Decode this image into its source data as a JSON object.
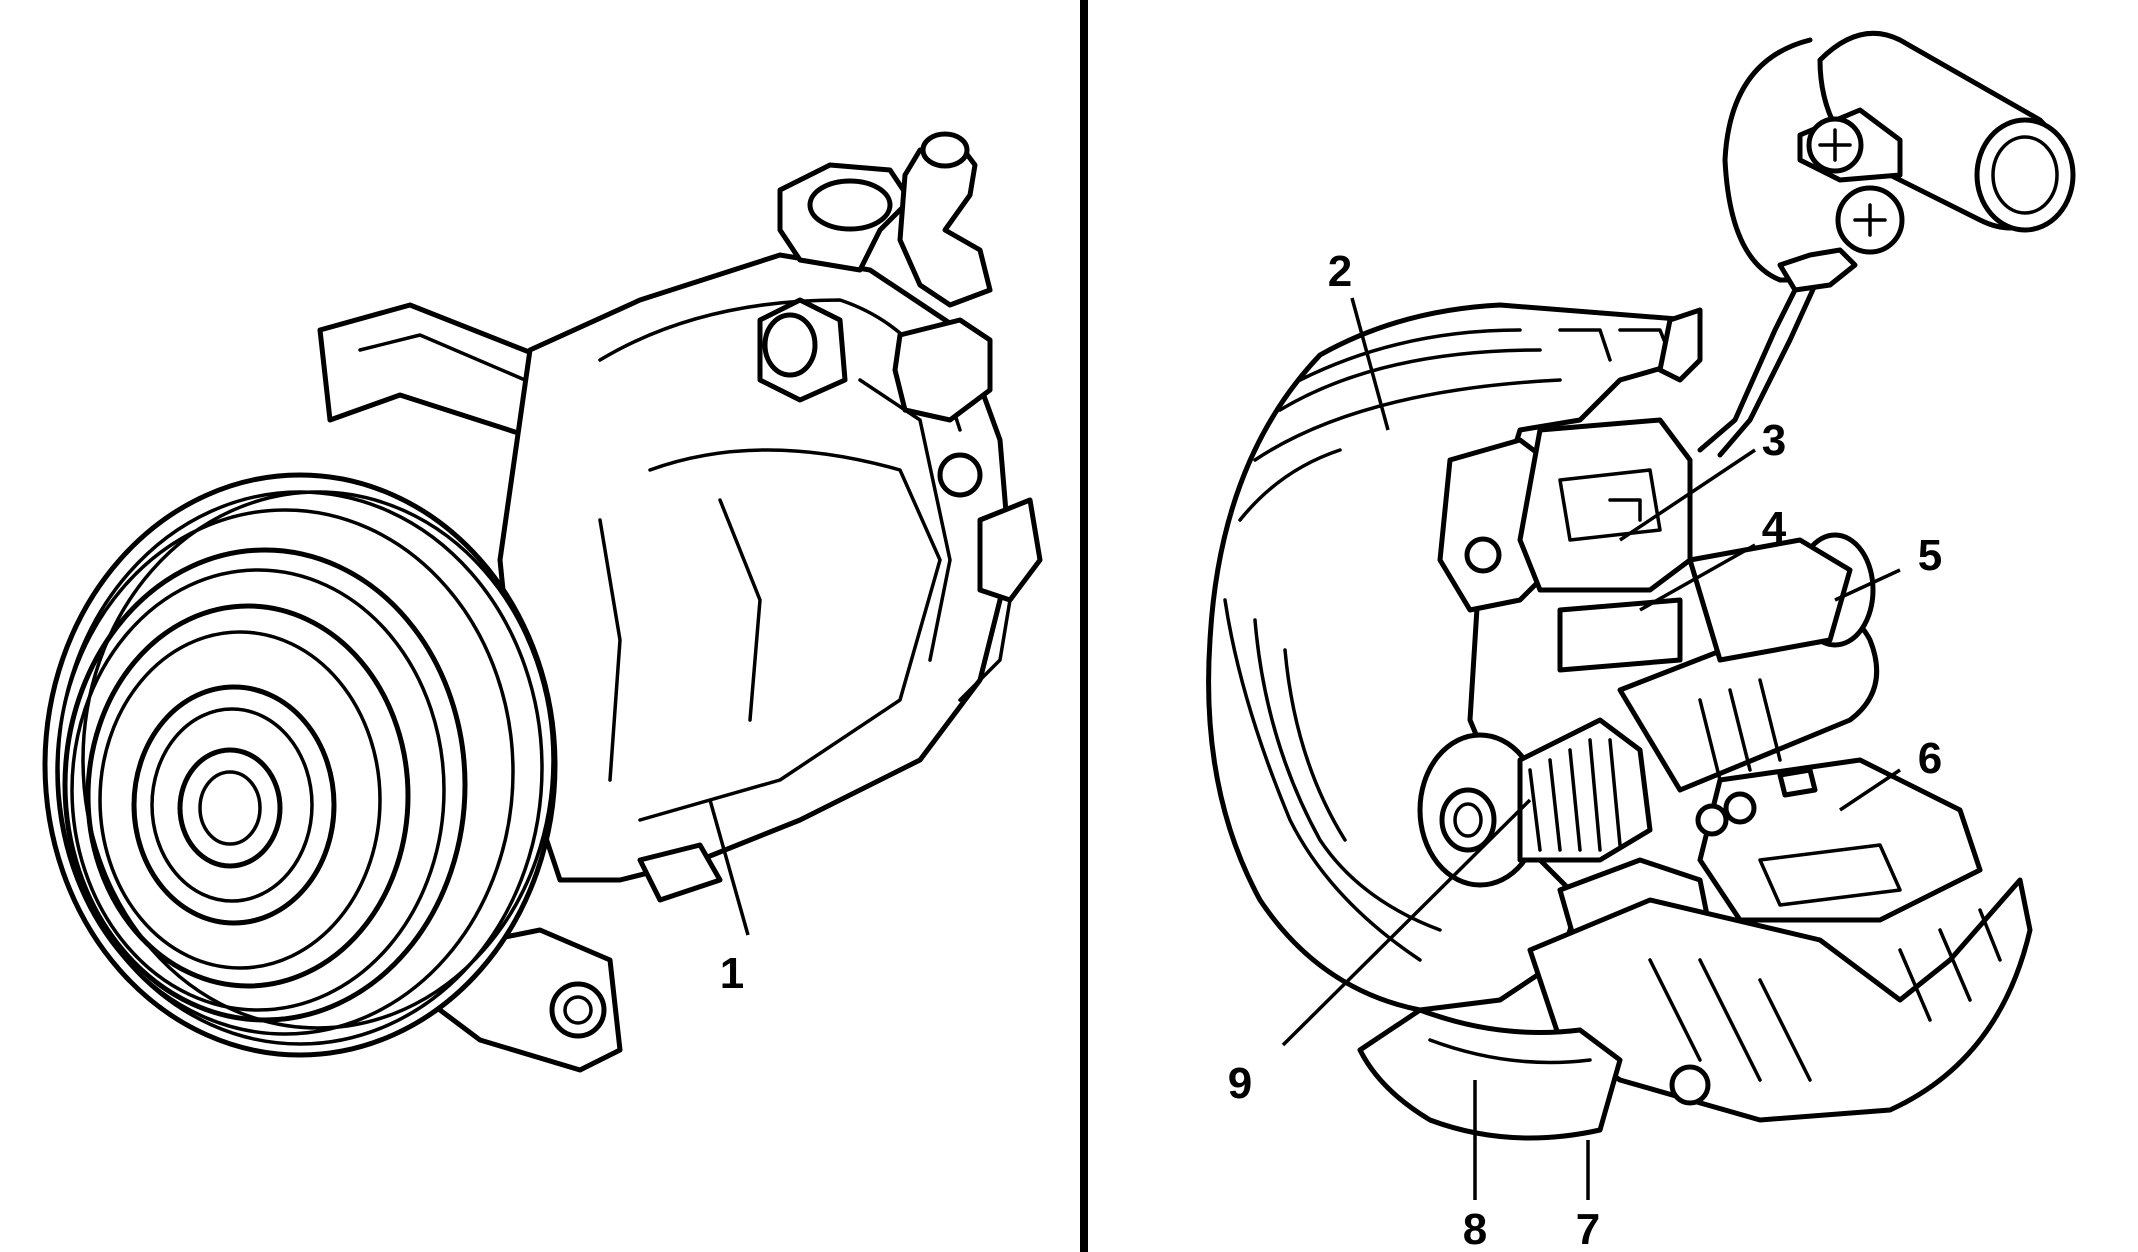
{
  "figure": {
    "left_panel": {
      "callouts": [
        "1"
      ]
    },
    "right_panel": {
      "callouts": [
        "2",
        "3",
        "4",
        "5",
        "6",
        "7",
        "8",
        "9"
      ]
    }
  }
}
